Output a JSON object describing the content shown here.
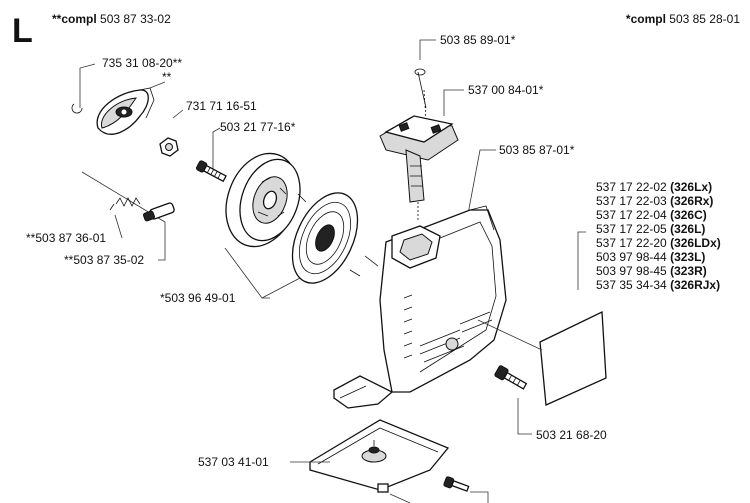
{
  "section_letter": "L",
  "header": {
    "left_prefix": "**compl",
    "left_number": "503 87 33-02",
    "right_prefix": "*compl",
    "right_number": "503 85 28-01"
  },
  "part_labels": {
    "p735": "735 31 08-20**",
    "p_stars": "**",
    "p731": "731 71 16-51",
    "p50321_77": "503 21 77-16*",
    "p50387_36": "**503 87 36-01",
    "p50387_35": "**503 87 35-02",
    "p50396": "*503 96 49-01",
    "p50385_89": "503 85 89-01*",
    "p53700": "537 00 84-01*",
    "p50385_87": "503 85 87-01*",
    "p50321_68": "503 21 68-20",
    "p53703": "537 03 41-01"
  },
  "model_list": [
    {
      "number": "537 17 22-02",
      "model": "(326Lx)"
    },
    {
      "number": "537 17 22-03",
      "model": "(326Rx)"
    },
    {
      "number": "537 17 22-04",
      "model": "(326C)"
    },
    {
      "number": "537 17 22-05",
      "model": "(326L)"
    },
    {
      "number": "537 17 22-20",
      "model": "(326LDx)"
    },
    {
      "number": "503 97 98-44",
      "model": "(323L)"
    },
    {
      "number": "503 97 98-45",
      "model": "(323R)"
    },
    {
      "number": "537 35 34-34",
      "model": "(326RJx)"
    }
  ]
}
